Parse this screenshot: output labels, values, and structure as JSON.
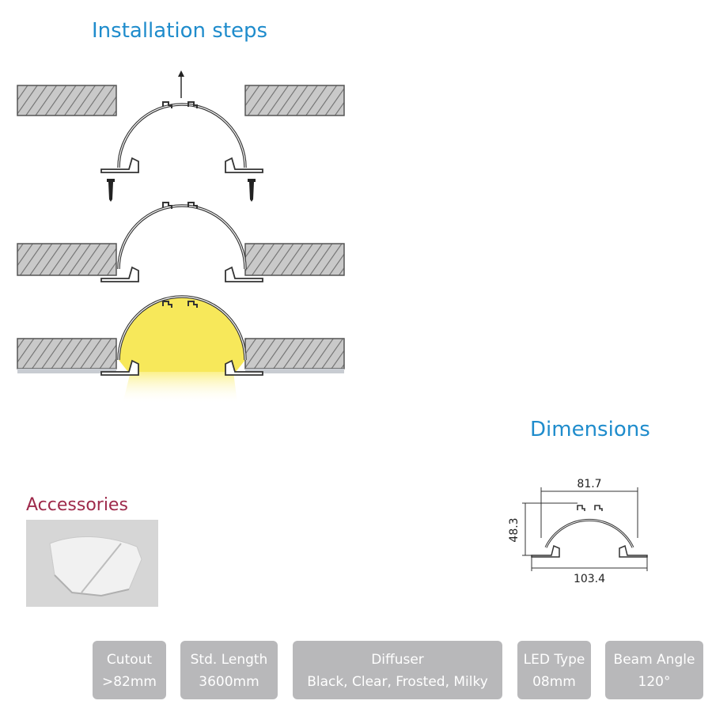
{
  "headings": {
    "installation": "Installation steps",
    "dimensions": "Dimensions",
    "accessories": "Accessories"
  },
  "dimensions": {
    "width_top": "81.7",
    "height": "48.3",
    "width_bottom": "103.4"
  },
  "specs": [
    {
      "label": "Cutout",
      "value": ">82mm"
    },
    {
      "label": "Std. Length",
      "value": "3600mm"
    },
    {
      "label": "Diffuser",
      "value": "Black, Clear, Frosted, Milky"
    },
    {
      "label": "LED Type",
      "value": "08mm"
    },
    {
      "label": "Beam Angle",
      "value": "120°"
    }
  ],
  "colors": {
    "heading_blue": "#1f8ccc",
    "heading_accessories": "#9e2a4b",
    "spec_bg": "#b8b8ba",
    "light_glow": "#f7e85a"
  }
}
